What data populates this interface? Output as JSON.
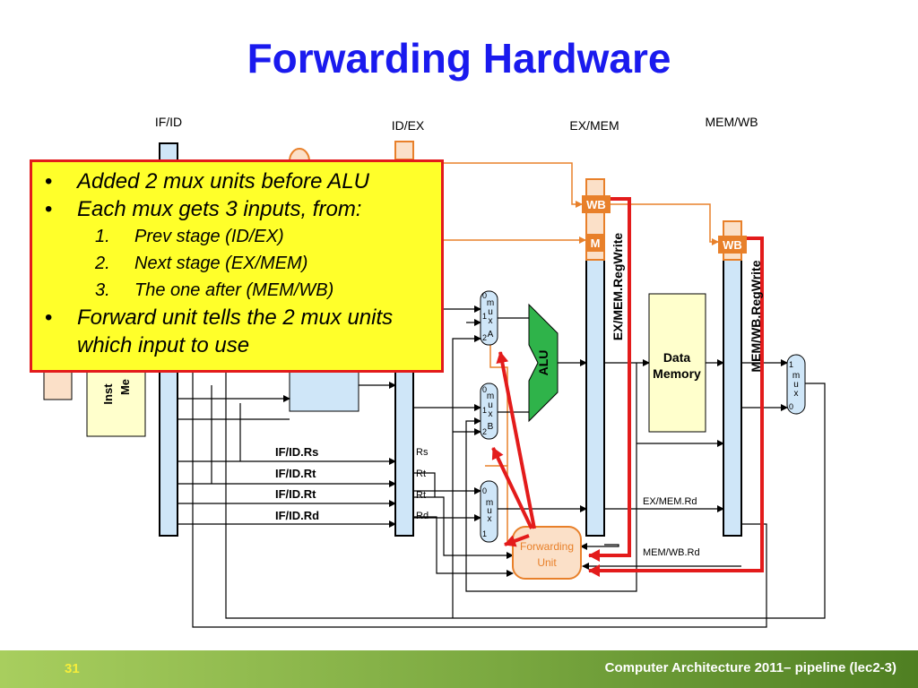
{
  "title": "Forwarding Hardware",
  "registers": {
    "ifid": "IF/ID",
    "idex": "ID/EX",
    "exmem": "EX/MEM",
    "memwb": "MEM/WB"
  },
  "stage_fields": {
    "wb": "WB",
    "m": "M"
  },
  "mux_a": {
    "in0": "0",
    "in1": "1",
    "in2": "2",
    "letters": [
      "m",
      "u",
      "x"
    ],
    "tag": "A"
  },
  "mux_b": {
    "in0": "0",
    "in1": "1",
    "in2": "2",
    "letters": [
      "m",
      "u",
      "x"
    ],
    "tag": "B"
  },
  "mux_rd": {
    "in0": "0",
    "in1": "1",
    "letters": [
      "m",
      "u",
      "x"
    ]
  },
  "mux_wb": {
    "in1": "1",
    "in0": "0",
    "letters": [
      "m",
      "u",
      "x"
    ]
  },
  "alu": "ALU",
  "data_memory": {
    "line1": "Data",
    "line2": "Memory"
  },
  "instr_memory": {
    "line1": "Inst",
    "line2": "Me"
  },
  "forwarding_unit": {
    "line1": "Forwarding",
    "line2": "Unit"
  },
  "signals": {
    "ifid_rs": "IF/ID.Rs",
    "ifid_rt1": "IF/ID.Rt",
    "ifid_rt2": "IF/ID.Rt",
    "ifid_rd": "IF/ID.Rd",
    "rs": "Rs",
    "rt1": "Rt",
    "rt2": "Rt",
    "rd": "Rd",
    "exmem_rd": "EX/MEM.Rd",
    "memwb_rd": "MEM/WB.Rd",
    "exmem_regwrite": "EX/MEM.RegWrite",
    "memwb_regwrite": "MEM/WB.RegWrite"
  },
  "callout": {
    "bullet1": "Added 2 mux units before ALU",
    "bullet2": "Each mux gets 3 inputs, from:",
    "sub": [
      {
        "num": "1.",
        "text": "Prev stage (ID/EX)"
      },
      {
        "num": "2.",
        "text": "Next stage (EX/MEM)"
      },
      {
        "num": "3.",
        "text": "The one after (MEM/WB)"
      }
    ],
    "bullet3": "Forward unit tells the 2 mux units which input to use"
  },
  "footer": {
    "page": "31",
    "course": "Computer Architecture 2011– pipeline (lec2-3)"
  },
  "colors": {
    "title": "#1a1aee",
    "pipeline_register": "#cfe6f8",
    "memory_block": "#ffffcc",
    "control_orange": "#e8802a",
    "forward_red": "#e31b1b",
    "callout_fill": "#ffff2a",
    "footer_green": "#7aa840"
  }
}
